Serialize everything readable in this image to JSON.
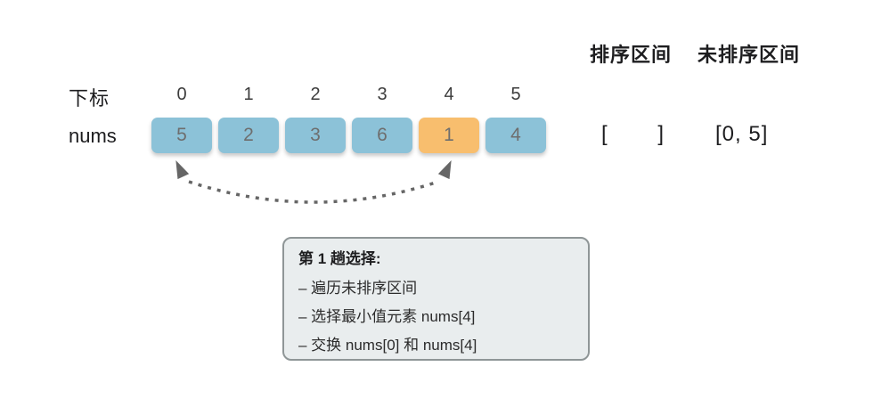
{
  "headers": {
    "sorted": "排序区间",
    "unsorted": "未排序区间"
  },
  "labels": {
    "index_row": "下标",
    "array_row": "nums"
  },
  "array": {
    "indices": [
      "0",
      "1",
      "2",
      "3",
      "4",
      "5"
    ],
    "cells": [
      {
        "value": "5",
        "state": "unsorted"
      },
      {
        "value": "2",
        "state": "unsorted"
      },
      {
        "value": "3",
        "state": "unsorted"
      },
      {
        "value": "6",
        "state": "unsorted"
      },
      {
        "value": "1",
        "state": "min"
      },
      {
        "value": "4",
        "state": "unsorted"
      }
    ]
  },
  "intervals": {
    "sorted": {
      "open": "[",
      "close": "]"
    },
    "unsorted": "[0, 5]"
  },
  "note": {
    "title": "第 1 趟选择:",
    "items": [
      "– 遍历未排序区间",
      "– 选择最小值元素 nums[4]",
      "– 交换 nums[0] 和 nums[4]"
    ]
  },
  "colors": {
    "cell_blue": "#8CC2D8",
    "cell_orange": "#F8BE6E",
    "cell_text": "#6E6E6E",
    "arrow": "#666666",
    "note_bg": "#E9EDEE",
    "note_border": "#8F9697"
  }
}
